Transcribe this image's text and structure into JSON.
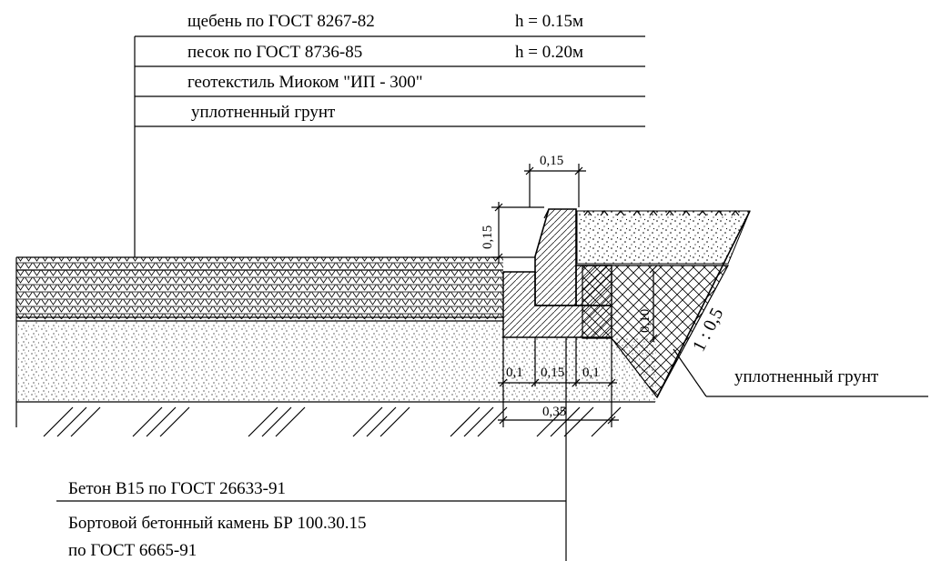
{
  "layers_legend": [
    {
      "name": "щебень по ГОСТ 8267-82",
      "thickness": "h = 0.15м"
    },
    {
      "name": "песок по ГОСТ 8736-85",
      "thickness": "h = 0.20м"
    },
    {
      "name": "геотекстиль Миоком \"ИП - 300\"",
      "thickness": ""
    },
    {
      "name": "уплотненный грунт",
      "thickness": ""
    }
  ],
  "dimensions": {
    "curb_width_top": "0,15",
    "curb_height_above": "0,15",
    "base_left": "0,1",
    "base_center": "0,15",
    "base_right": "0,1",
    "base_total": "0,35",
    "base_height": "0,10"
  },
  "slope_label": "1 : 0,5",
  "ground_label": "уплотненный грунт",
  "bottom_legend": [
    "Бетон В15  по ГОСТ 26633-91",
    "Бортовой бетонный камень БР 100.30.15",
    "по ГОСТ 6665-91"
  ]
}
